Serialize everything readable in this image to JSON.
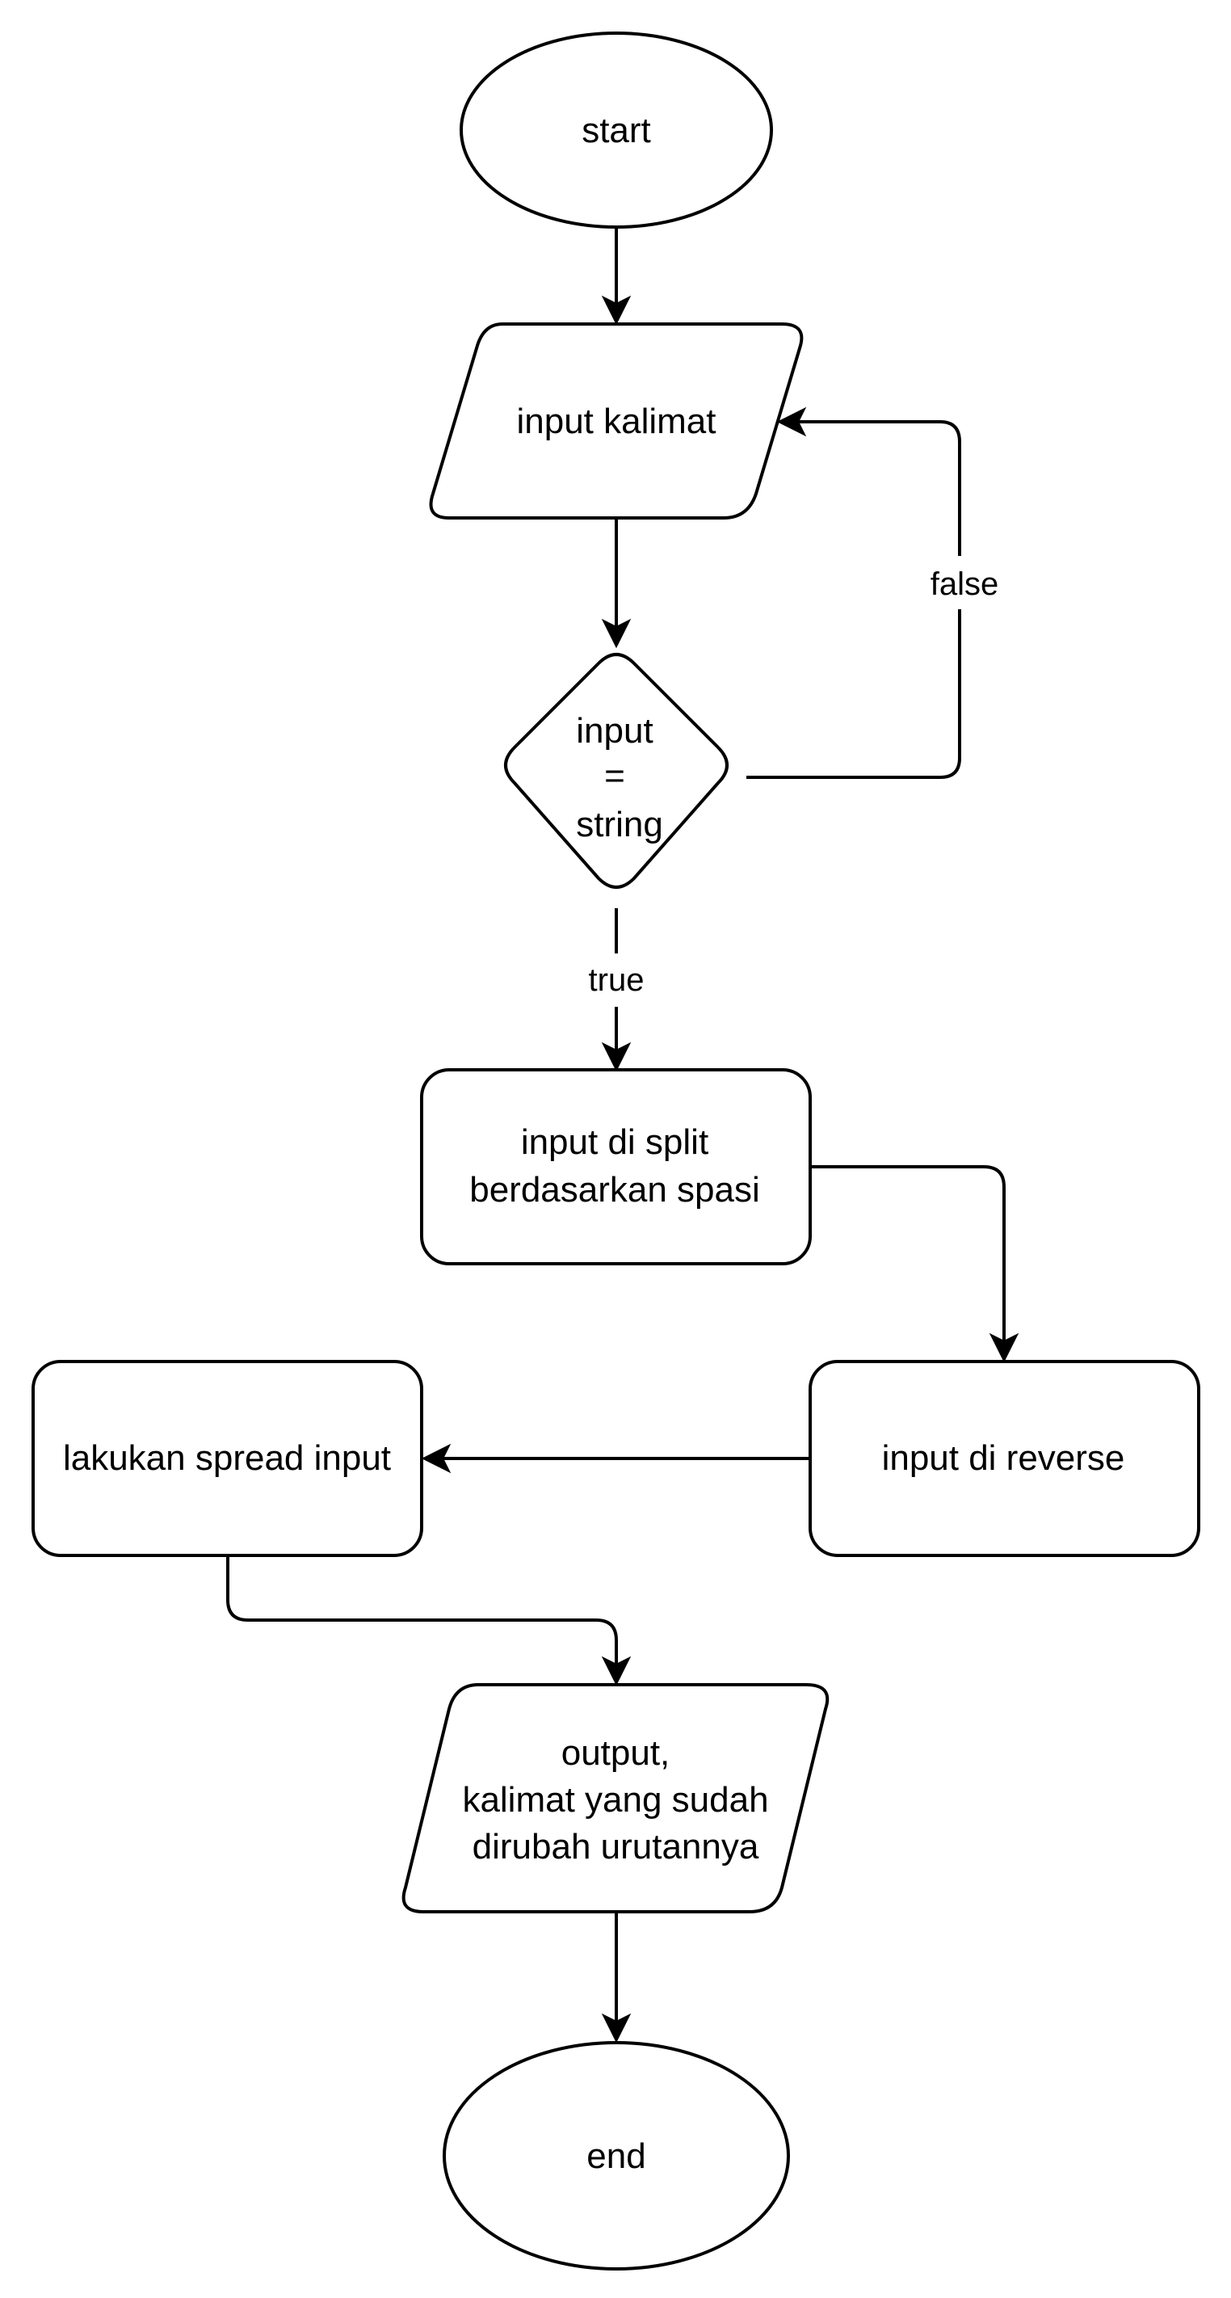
{
  "diagram": {
    "nodes": {
      "start": {
        "shape": "ellipse",
        "lines": [
          "start"
        ]
      },
      "input_kalimat": {
        "shape": "parallelogram",
        "lines": [
          "input kalimat"
        ]
      },
      "decision": {
        "shape": "diamond",
        "lines": [
          "input",
          "=",
          "string"
        ]
      },
      "split": {
        "shape": "rounded-rect",
        "lines": [
          "input di split",
          "berdasarkan spasi"
        ]
      },
      "reverse": {
        "shape": "rounded-rect",
        "lines": [
          "input di reverse"
        ]
      },
      "spread": {
        "shape": "rounded-rect",
        "lines": [
          "lakukan spread input"
        ]
      },
      "output": {
        "shape": "parallelogram",
        "lines": [
          "output,",
          "kalimat yang sudah",
          "dirubah urutannya"
        ]
      },
      "end": {
        "shape": "ellipse",
        "lines": [
          "end"
        ]
      }
    },
    "edges": [
      {
        "id": "start-to-input",
        "from": "start",
        "to": "input_kalimat",
        "label": ""
      },
      {
        "id": "input-to-decision",
        "from": "input_kalimat",
        "to": "decision",
        "label": ""
      },
      {
        "id": "decision-false",
        "from": "decision",
        "to": "input_kalimat",
        "label": "false"
      },
      {
        "id": "decision-true",
        "from": "decision",
        "to": "split",
        "label": "true"
      },
      {
        "id": "split-to-reverse",
        "from": "split",
        "to": "reverse",
        "label": ""
      },
      {
        "id": "reverse-to-spread",
        "from": "reverse",
        "to": "spread",
        "label": ""
      },
      {
        "id": "spread-to-output",
        "from": "spread",
        "to": "output",
        "label": ""
      },
      {
        "id": "output-to-end",
        "from": "output",
        "to": "end",
        "label": ""
      }
    ]
  },
  "colors": {
    "stroke": "#000000",
    "fill": "#ffffff",
    "text": "#000000"
  }
}
